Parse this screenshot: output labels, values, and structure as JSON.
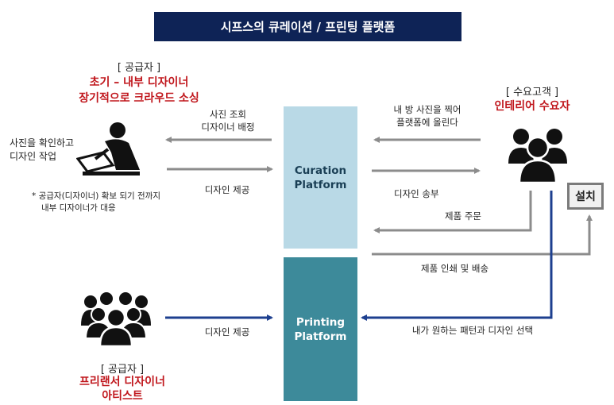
{
  "title": "시프스의 큐레이션 / 프린팅 플랫폼",
  "platforms": {
    "curation": [
      "Curation",
      "Platform"
    ],
    "printing": [
      "Printing",
      "Platform"
    ]
  },
  "supplier_top": {
    "tag": "[ 공급자 ]",
    "name_line1": "초기 – 내부 디자이너",
    "name_line2": "장기적으로 크라우드 소싱",
    "activity_line1": "사진을 확인하고",
    "activity_line2": "디자인 작업",
    "note_line1": "* 공급자(디자이너) 확보 되기 전까지",
    "note_line2": "내부 디자이너가 대응"
  },
  "customer": {
    "tag": "[ 수요고객 ]",
    "name": "인테리어 수요자"
  },
  "supplier_bottom": {
    "tag": "[ 공급자 ]",
    "name_line1": "프리랜서 디자이너",
    "name_line2": "아티스트"
  },
  "install_label": "설치",
  "flows": {
    "photo_lookup_1": "사진 조회",
    "photo_lookup_2": "디자이너 배정",
    "design_provide": "디자인 제공",
    "customer_upload_1": "내 방 사진을 찍어",
    "customer_upload_2": "플랫폼에 올린다",
    "design_send": "디자인 송부",
    "product_order": "제품 주문",
    "print_ship": "제품 인쇄 및 배송",
    "printing_design_provide": "디자인 제공",
    "pattern_select": "내가 원하는 패턴과 디자인 선택"
  },
  "colors": {
    "banner": "#0e2356",
    "curation": "#b9d9e6",
    "printing": "#3d8a9a",
    "arrow_gray": "#8c8c8c",
    "arrow_blue": "#1d3f8f",
    "highlight_red": "#c0161c"
  },
  "icons": {
    "designer": "designer-at-desk-icon",
    "customer_group": "people-group-icon",
    "freelancer_group": "crowd-icon"
  }
}
